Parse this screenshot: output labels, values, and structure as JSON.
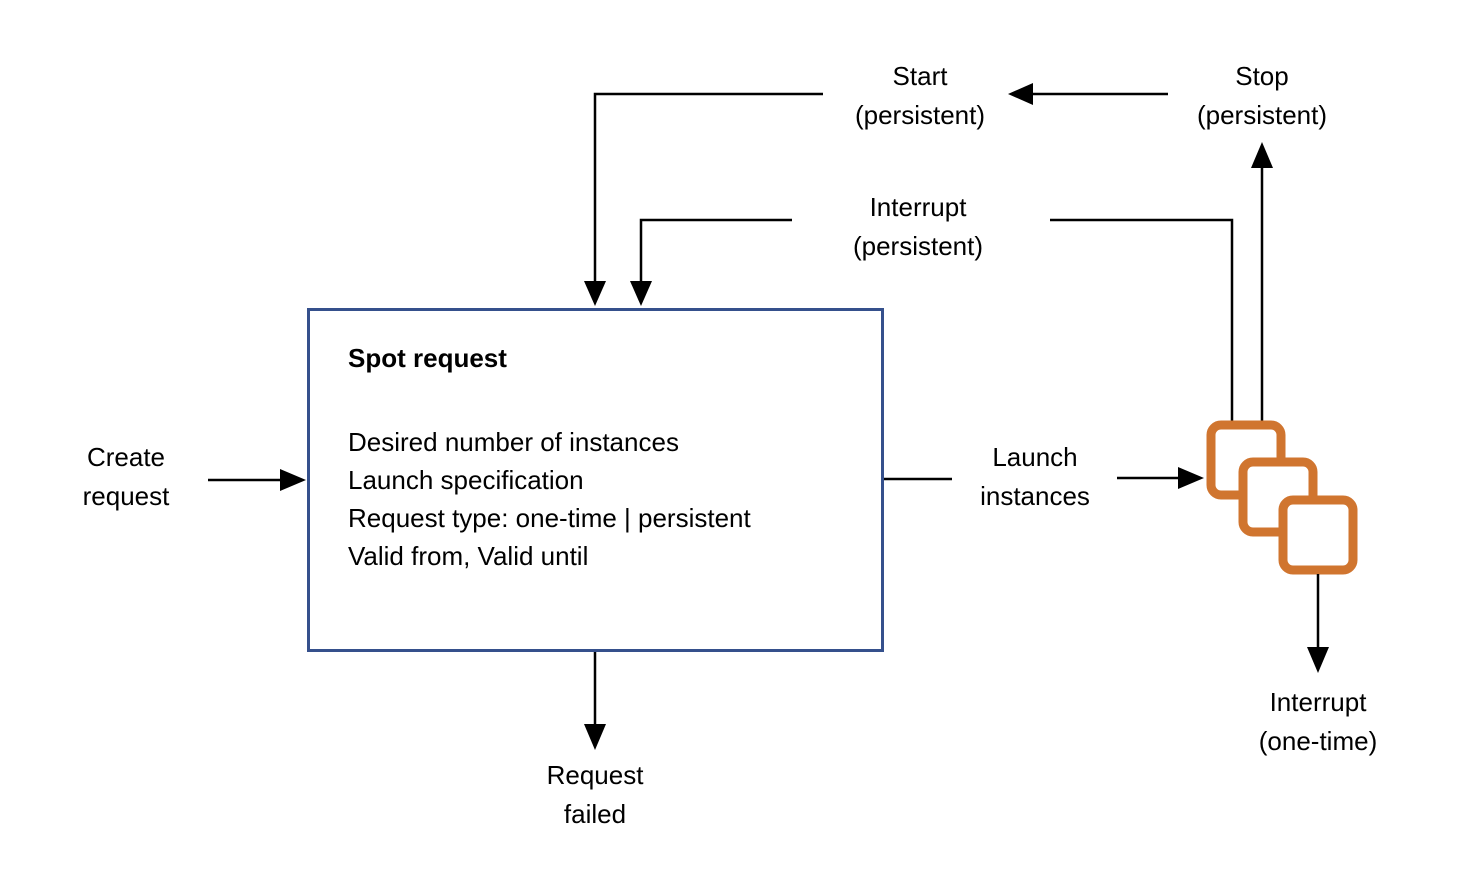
{
  "colors": {
    "box_border": "#35508C",
    "instance_orange": "#D0752F",
    "connector_ink": "#000000"
  },
  "labels": {
    "create_request": {
      "line1": "Create",
      "line2": "request"
    },
    "launch_instances": {
      "line1": "Launch",
      "line2": "instances"
    },
    "request_failed": {
      "line1": "Request",
      "line2": "failed"
    },
    "start_persistent": {
      "line1": "Start",
      "line2": "(persistent)"
    },
    "stop_persistent": {
      "line1": "Stop",
      "line2": "(persistent)"
    },
    "interrupt_persistent": {
      "line1": "Interrupt",
      "line2": "(persistent)"
    },
    "interrupt_one_time": {
      "line1": "Interrupt",
      "line2": "(one-time)"
    }
  },
  "spot_request_box": {
    "title": "Spot request",
    "attributes": [
      "Desired number of instances",
      "Launch specification",
      "Request type: one-time | persistent",
      "Valid from, Valid until"
    ]
  },
  "icons": {
    "instances_icon": "three-stacked-instance-squares"
  }
}
